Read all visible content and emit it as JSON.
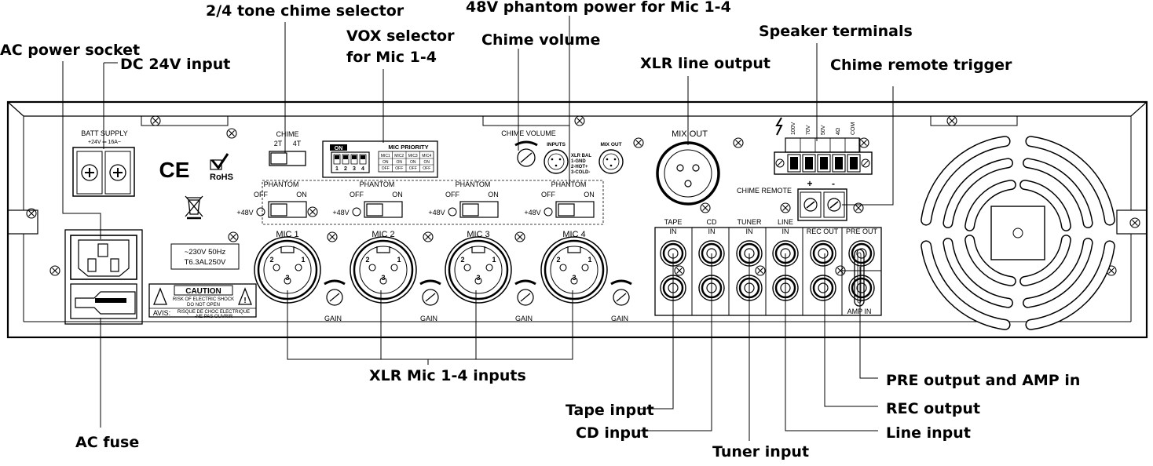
{
  "callouts": {
    "ac_power_socket": "AC power socket",
    "dc_24v_input": "DC 24V input",
    "chime_selector": "2/4 tone chime selector",
    "vox_selector_l1": "VOX selector",
    "vox_selector_l2": "for Mic 1-4",
    "phantom_power": "48V phantom power for Mic 1-4",
    "chime_volume": "Chime volume",
    "xlr_line_output": "XLR line output",
    "speaker_terminals": "Speaker terminals",
    "chime_remote_trigger": "Chime remote trigger",
    "xlr_mic_inputs": "XLR Mic 1-4 inputs",
    "ac_fuse": "AC fuse",
    "tape_input": "Tape input",
    "cd_input": "CD input",
    "tuner_input": "Tuner input",
    "pre_output_amp_in": "PRE output and AMP in",
    "rec_output": "REC output",
    "line_input": "Line input"
  },
  "panel": {
    "batt_supply": "BATT SUPPLY",
    "batt_rating": "+24V ═ 16A−",
    "ce": "CE",
    "rohs": "RoHS",
    "chime": "CHIME",
    "chime_2t": "2T",
    "chime_4t": "4T",
    "dip_on": "ON",
    "dip_numbers": [
      "1",
      "2",
      "3",
      "4"
    ],
    "mic_priority": "MIC PRIORITY",
    "priority_cols": [
      "MIC1",
      "MIC2",
      "MIC3",
      "MIC4"
    ],
    "priority_on": "ON",
    "priority_off": "OFF",
    "chime_volume": "CHIME VOLUME",
    "inputs": "INPUTS",
    "mix_out_small": "MIX OUT",
    "xlr_bal": [
      "XLR BAL",
      "1-GND",
      "2-HOT+",
      "3-COLD-"
    ],
    "mix_out": "MIX OUT",
    "phantom": "PHANTOM",
    "off": "OFF",
    "on": "ON",
    "plus48v": "+48V",
    "voltage": "~230V 50Hz",
    "fuse_rating": "T6.3AL250V",
    "caution": "CAUTION",
    "caution_l1": "RISK OF ELECTRIC SHOCK",
    "caution_l2": "DO NOT OPEN",
    "avis": "AVIS:",
    "avis_l1": "RISQUE DE CHOC ELECTRIQUE",
    "avis_l2": "-NE PAS OUVRIR",
    "mics": [
      "MIC 1",
      "MIC 2",
      "MIC 3",
      "MIC 4"
    ],
    "gain": "GAIN",
    "pin_labels": [
      "2",
      "1",
      "3"
    ],
    "inputs_cols": [
      {
        "l1": "TAPE",
        "l2": "IN"
      },
      {
        "l1": "CD",
        "l2": "IN"
      },
      {
        "l1": "TUNER",
        "l2": "IN"
      },
      {
        "l1": "LINE",
        "l2": "IN"
      }
    ],
    "rec_out": "REC OUT",
    "pre_out": "PRE OUT",
    "amp_in": "AMP IN",
    "chime_remote": "CHIME REMOTE",
    "plus": "+",
    "minus": "-",
    "speaker_labels": [
      "100V",
      "70V",
      "50V",
      "4Ω",
      "COM"
    ]
  }
}
